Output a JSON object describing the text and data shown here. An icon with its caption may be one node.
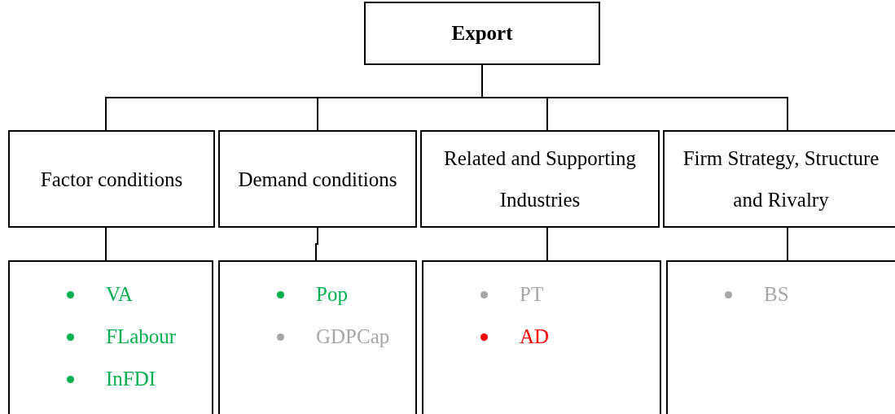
{
  "diagram": {
    "nodes": [
      {
        "text": [
          "Export"
        ]
      },
      {
        "text": [
          "Factor conditions"
        ]
      },
      {
        "text": [
          "Demand conditions"
        ]
      },
      {
        "text": [
          "Related and Supporting Industries"
        ]
      },
      {
        "text": [
          "Firm Strategy, Structure and Rivalry"
        ]
      },
      {
        "text": [
          "VA",
          "FLabour",
          "InFDI"
        ]
      },
      {
        "text": [
          "Pop",
          "GDPCap"
        ]
      },
      {
        "text": [
          "PT",
          "AD"
        ]
      },
      {
        "text": [
          "BS"
        ]
      }
    ],
    "edges": [
      {
        "from": 0,
        "to": 1,
        "arrow": "none"
      },
      {
        "from": 0,
        "to": 2,
        "arrow": "none"
      },
      {
        "from": 0,
        "to": 3,
        "arrow": "none"
      },
      {
        "from": 0,
        "to": 4,
        "arrow": "none"
      },
      {
        "from": 1,
        "to": 5,
        "arrow": "none"
      },
      {
        "from": 2,
        "to": 6,
        "arrow": "none"
      },
      {
        "from": 3,
        "to": 7,
        "arrow": "none"
      },
      {
        "from": 4,
        "to": 8,
        "arrow": "none"
      }
    ]
  }
}
